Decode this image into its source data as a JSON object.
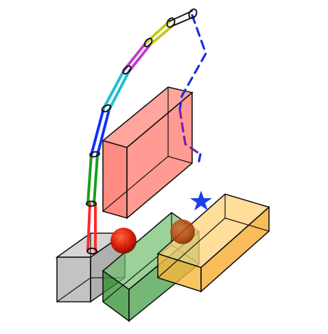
{
  "scene": {
    "background": "#ffffff",
    "colors": {
      "red_box": "#ff6f61",
      "gray_cube": "#a9a9a9",
      "green_box": "#3a9a3a",
      "orange_box": "#f7b73d",
      "sphere": "#e01a00",
      "star": "#1f3fe6",
      "path_blue": "#1530e8",
      "path_purple": "#7a1fa8"
    },
    "arm_segment_colors": [
      "#ff2a2a",
      "#18a018",
      "#1030ff",
      "#1cc0cc",
      "#c23cc8",
      "#c8c81a",
      "#ffffff"
    ],
    "icons": [
      "star-icon",
      "sphere",
      "robot-arm",
      "box"
    ]
  }
}
